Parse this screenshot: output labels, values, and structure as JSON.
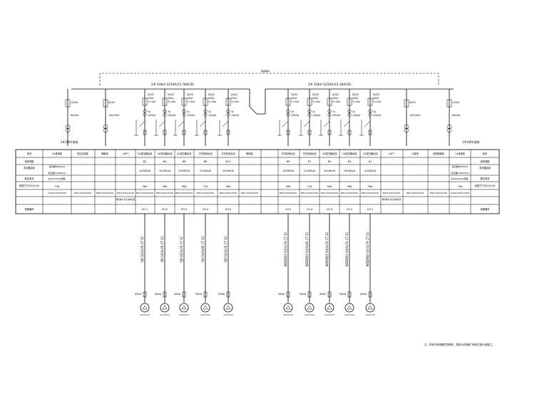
{
  "bus": {
    "left_label": "2#-10kV-1250A/31.5KA/3S",
    "right_label": "1#-10kV-1250A/31.5KA/3S",
    "tie_label": "联络母线",
    "incoming_left": "2#10KV进线",
    "incoming_right": "1#10KV进线"
  },
  "table": {
    "row_labels_left": [
      "柜号",
      "柜体规格",
      "变压器容量",
      "",
      "额定电流",
      "柜型尺寸(W×D×H)",
      "",
      "回路编号"
    ],
    "row_labels_right": [
      "柜号",
      "柜体规格",
      "变压器容量",
      "",
      "额定电流",
      "柜型尺寸(W×D×H)",
      "",
      "回路编号"
    ],
    "left_cabinets": [
      {
        "name": "2#进线柜",
        "spec": "",
        "cap": "变压器8050KVA",
        "cap2": "变压器10500KVA",
        "cap3": "总1000KVA(预留)",
        "cur": "74A",
        "size": "1000x1500x2300",
        "circuit": ""
      },
      {
        "name": "电压互感柜",
        "spec": "",
        "cap": "",
        "cap2": "",
        "cap3": "",
        "cur": "",
        "size": "800x1500x2300",
        "circuit": ""
      },
      {
        "name": "隔离柜",
        "spec": "",
        "cap": "",
        "cap2": "",
        "cap3": "",
        "cur": "",
        "size": "800x1500x2300",
        "circuit": ""
      },
      {
        "name": "2#PT",
        "spec": "",
        "cap": "",
        "cap2": "",
        "cap3": "",
        "cur": "",
        "size": "800x1500x2300",
        "circuit": ""
      },
      {
        "name": "2#变压器出线",
        "spec": "B2",
        "cap": "1000KVA",
        "cap2": "",
        "cap3": "",
        "cur": "58A",
        "size": "800x1500x2300",
        "circuit": "2H-1"
      },
      {
        "name": "3#变压器出线",
        "spec": "B4",
        "cap": "1000KVA",
        "cap2": "",
        "cap3": "",
        "cur": "58A",
        "size": "800x1500x2300",
        "circuit": "2H-2"
      },
      {
        "name": "3#变压器出线",
        "spec": "B6",
        "cap": "1000KVA",
        "cap2": "",
        "cap3": "",
        "cur": "58A",
        "size": "800x1500x2300",
        "circuit": "2H-3"
      },
      {
        "name": "冷冻机房出线",
        "spec": "B8",
        "cap": "1250KVA",
        "cap2": "",
        "cap3": "",
        "cur": "72A",
        "size": "800x1500x2300",
        "circuit": "2H-4"
      },
      {
        "name": "冷冻机房出线",
        "spec": "B10",
        "cap": "1000KVA",
        "cap2": "",
        "cap3": "",
        "cur": "58A",
        "size": "800x1500x2300",
        "circuit": "2H-5"
      }
    ],
    "middle": {
      "name": "联络柜",
      "size": "800x1500x2300"
    },
    "right_cabinets": [
      {
        "name": "冷冻机房出线",
        "spec": "B9",
        "cap": "1000KVA",
        "cap2": "",
        "cap3": "",
        "cur": "58A",
        "size": "800x1500x2300",
        "circuit": "1H-5"
      },
      {
        "name": "冷冻机房出线",
        "spec": "B7",
        "cap": "1250KVA",
        "cap2": "",
        "cap3": "",
        "cur": "72A",
        "size": "800x1500x2300",
        "circuit": "1H-4"
      },
      {
        "name": "3#变压器出线",
        "spec": "B5",
        "cap": "1000KVA",
        "cap2": "",
        "cap3": "",
        "cur": "58A",
        "size": "800x1500x2300",
        "circuit": "1H-3"
      },
      {
        "name": "2#变压器出线",
        "spec": "B3",
        "cap": "1000KVA",
        "cap2": "",
        "cap3": "",
        "cur": "58A",
        "size": "800x1500x2300",
        "circuit": "1H-2"
      },
      {
        "name": "1#变压器出线",
        "spec": "B1",
        "cap": "1000KVA",
        "cap2": "",
        "cap3": "",
        "cur": "58A",
        "size": "800x1500x2300",
        "circuit": "1H-1"
      },
      {
        "name": "1#PT",
        "spec": "",
        "cap": "",
        "cap2": "",
        "cap3": "",
        "cur": "",
        "size": "800x1500x2300",
        "circuit": ""
      },
      {
        "name": "计量柜",
        "spec": "",
        "cap": "",
        "cap2": "",
        "cap3": "",
        "cur": "",
        "size": "800x1500x2300",
        "circuit": ""
      },
      {
        "name": "进线隔离柜",
        "spec": "",
        "cap": "",
        "cap2": "",
        "cap3": "",
        "cur": "",
        "size": "800x1500x2300",
        "circuit": ""
      },
      {
        "name": "1#进线柜",
        "spec": "",
        "cap": "变压器8050KVA",
        "cap2": "变压器10500KVA",
        "cap3": "总1000KVA(预留)",
        "cur": "74A",
        "size": "1000x1500x2300",
        "circuit": ""
      }
    ],
    "relay_note": "微机保护 综合保护装置"
  },
  "feeders": {
    "left": [
      {
        "cable": "YJV-10/3x70 CT SC",
        "breaker": "630A"
      },
      {
        "cable": "YJV-10/3x70 CT SC",
        "breaker": "630A"
      },
      {
        "cable": "YJV-10/3x70 CT SC",
        "breaker": "630A"
      },
      {
        "cable": "YJV-10/3x95 CT SC",
        "breaker": "630A"
      },
      {
        "cable": "YJV-10/3x70 CT SC",
        "breaker": "630A"
      }
    ],
    "right": [
      {
        "cable": "WDZAYJY-10/3x70 CT SC",
        "breaker": "630A"
      },
      {
        "cable": "WDZAYJY-10/3x95 CT SC",
        "breaker": "630A"
      },
      {
        "cable": "WDZAYJY-10/3x70 CT SC",
        "breaker": "630A"
      },
      {
        "cable": "WDZAYJY-10/3x70 CT SC",
        "breaker": "630A"
      },
      {
        "cable": "WDZAYJY-10/3x70 CT SC",
        "breaker": "630A"
      }
    ]
  },
  "note": "注：本电气系统图仅供参考，具体以供电部门审批方案为准施工。",
  "equipment_labels": {
    "vcb": "DVZ5",
    "ct": "630A",
    "ka": "31.5kA",
    "ct_ratio": "100/5A",
    "pt_ratio": "100/100V",
    "arrester": "3x",
    "incoming_vcb": "1250A",
    "incoming_ct": "800/5A"
  }
}
